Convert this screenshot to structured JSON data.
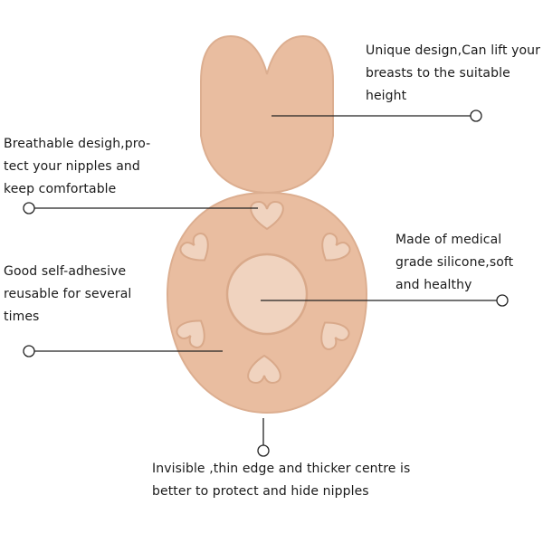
{
  "colors": {
    "skin": "#e9bda0",
    "skin_edge": "#dcae90",
    "pad_pattern": "#f0d3bf",
    "pad_pattern_edge": "#d9a98a",
    "leader_line": "#222222"
  },
  "callouts": {
    "unique_design": {
      "lines": [
        "Unique design,Can lift your",
        "breasts to the suitable",
        "height"
      ]
    },
    "breathable": {
      "lines": [
        "Breathable desigh,pro-",
        "tect your nipples and",
        "keep comfortable"
      ]
    },
    "medical_grade": {
      "lines": [
        "Made of medical",
        "grade silicone,soft",
        "and healthy"
      ]
    },
    "self_adhesive": {
      "lines": [
        "Good self-adhesive",
        "reusable for several",
        "times"
      ]
    },
    "invisible_edge": {
      "lines": [
        "Invisible ,thin edge and thicker centre is",
        "better to protect and hide nipples"
      ]
    }
  }
}
